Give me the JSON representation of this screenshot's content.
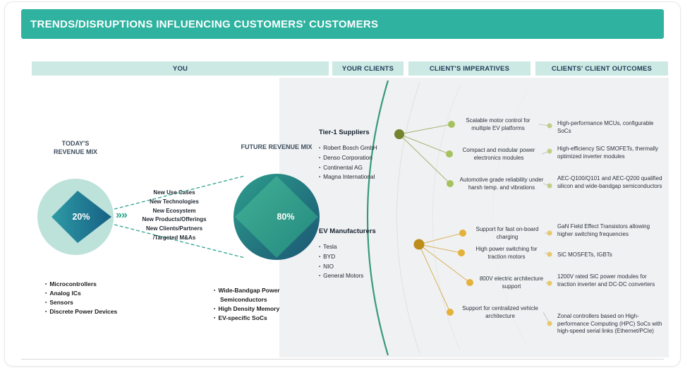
{
  "header": {
    "title": "TRENDS/DISRUPTIONS INFLUENCING CUSTOMERS' CUSTOMERS"
  },
  "columns": {
    "you": "YOU",
    "your_clients": "YOUR CLIENTS",
    "client_imperatives": "CLIENT'S IMPERATIVES",
    "clients_client_outcomes": "CLIENTS' CLIENT OUTCOMES"
  },
  "revenue": {
    "today_label_line1": "TODAY'S",
    "today_label_line2": "REVENUE MIX",
    "today_pct": "20%",
    "future_label": "FUTURE REVENUE MIX",
    "future_pct": "80%",
    "transition_arrow": "»»",
    "transition": [
      "New Use Cases",
      "New Technologies",
      "New Ecosystem",
      "New Products/Offerings",
      "New Clients/Partners",
      "/Targeted M&As"
    ],
    "today_items": [
      "Microcontrollers",
      "Analog ICs",
      "Sensors",
      "Discrete Power Devices"
    ],
    "future_items": [
      "Wide-Bandgap Power Semiconductors",
      "High Density Memory",
      "EV-specific SoCs"
    ]
  },
  "clients": [
    {
      "name": "Tier-1 Suppliers",
      "members": [
        "Robert Bosch GmbH",
        "Denso Corporation",
        "Continental AG",
        "Magna International"
      ]
    },
    {
      "name": "EV Manufacturers",
      "members": [
        "Tesla",
        "BYD",
        "NIO",
        "General Motors"
      ]
    }
  ],
  "imperatives": [
    {
      "text": "Scalable motor control for multiple EV platforms",
      "group": "tier1"
    },
    {
      "text": "Compact and modular power electronics modules",
      "group": "tier1"
    },
    {
      "text": "Automotive grade reliability under harsh temp. and vibrations",
      "group": "tier1"
    },
    {
      "text": "Support for fast on-board charging",
      "group": "ev"
    },
    {
      "text": "High power switching for traction motors",
      "group": "ev"
    },
    {
      "text": "800V electric architecture support",
      "group": "ev"
    },
    {
      "text": "Support for centralized vehicle architecture",
      "group": "ev"
    }
  ],
  "outcomes": [
    {
      "text": "High-performance MCUs, configurable SoCs",
      "group": "tier1"
    },
    {
      "text": "High-efficiency SiC SMOFETs, thermally optimized inverter modules",
      "group": "tier1"
    },
    {
      "text": "AEC-Q100/Q101 and AEC-Q200 qualified silicon and wide-bandgap semiconductors",
      "group": "tier1"
    },
    {
      "text": "GaN Field Effect Transistors allowing higher switching frequencies",
      "group": "ev"
    },
    {
      "text": "SiC MOSFETs, IGBTs",
      "group": "ev"
    },
    {
      "text": "1200V rated SiC power modules for traction inverter and DC-DC converters",
      "group": "ev"
    },
    {
      "text": "Zonal controllers based on High-performance Computing (HPC) SoCs with high-speed serial links (Ethernet/PCIe)",
      "group": "ev"
    }
  ],
  "palette": {
    "header_teal": "#2FB3A0",
    "column_header_bg": "#CDE9E3",
    "arc_green": "#379A78",
    "tier1_node": "#75822E",
    "tier1_dot": "#A6C25E",
    "ev_node": "#BD8D1B",
    "ev_dot": "#E3B23A"
  }
}
